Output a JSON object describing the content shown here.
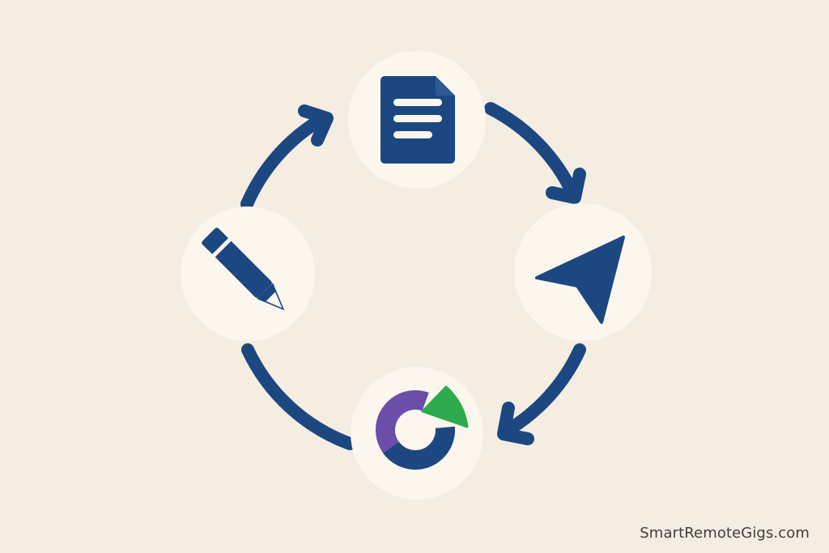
{
  "diagram": {
    "type": "cycle",
    "colors": {
      "background": "#f5ede2",
      "node_fill": "#fbf6ee",
      "primary": "#1d4780",
      "accent_purple": "#6a4ea8",
      "accent_green": "#2fab4f"
    },
    "nodes": [
      {
        "id": "document",
        "icon": "document-icon"
      },
      {
        "id": "send",
        "icon": "paper-plane-icon"
      },
      {
        "id": "analytics",
        "icon": "pie-chart-icon"
      },
      {
        "id": "edit",
        "icon": "pencil-icon"
      }
    ],
    "flow": [
      "document",
      "send",
      "analytics",
      "edit",
      "document"
    ]
  },
  "watermark": {
    "text": "SmartRemoteGigs.com"
  }
}
